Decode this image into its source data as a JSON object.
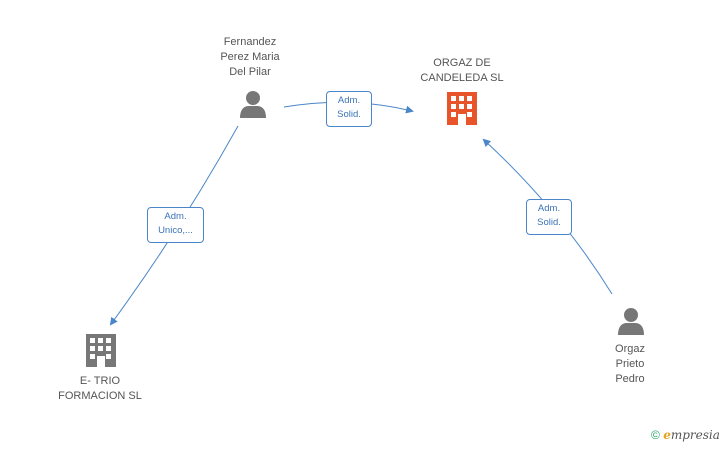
{
  "nodes": {
    "fernandez": {
      "label": "Fernandez\nPerez Maria\nDel Pilar",
      "icon": "person-icon",
      "color": "#777777"
    },
    "orgaz_candeleda": {
      "label": "ORGAZ DE\nCANDELEDA SL",
      "icon": "building-icon",
      "color": "#e8552a"
    },
    "etrio": {
      "label": "E- TRIO\nFORMACION SL",
      "icon": "building-icon",
      "color": "#777777"
    },
    "orgaz_prieto": {
      "label": "Orgaz\nPrieto\nPedro",
      "icon": "person-icon",
      "color": "#777777"
    }
  },
  "edges": {
    "e1": {
      "label": "Adm.\nSolid."
    },
    "e2": {
      "label": "Adm.\nUnico,..."
    },
    "e3": {
      "label": "Adm.\nSolid."
    }
  },
  "colors": {
    "edge": "#4a86c8"
  },
  "brand": {
    "copyright": "©",
    "e": "e",
    "name": "mpresia"
  }
}
